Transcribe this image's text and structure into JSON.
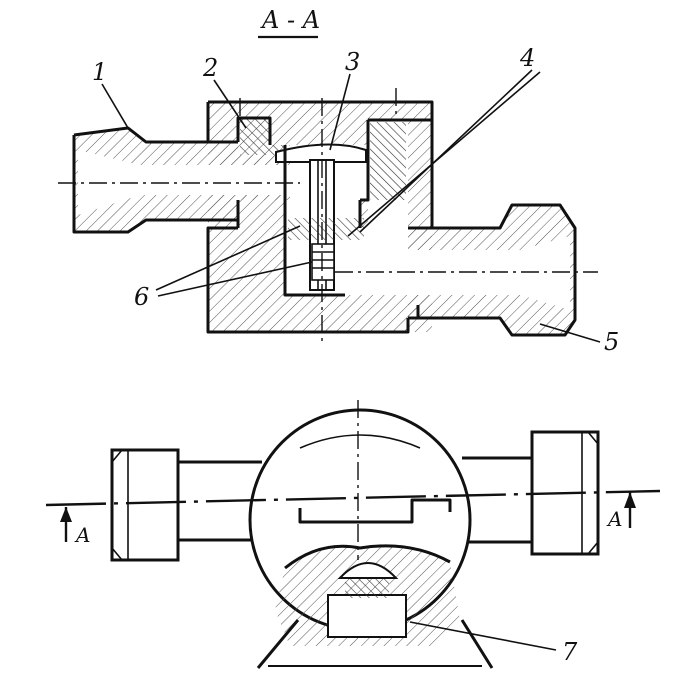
{
  "section_title": "A - A",
  "callouts": {
    "c1": "1",
    "c2": "2",
    "c3": "3",
    "c4": "4",
    "c5": "5",
    "c6": "6",
    "c7": "7"
  },
  "section_marks": {
    "left": "A",
    "right": "A"
  },
  "colors": {
    "ink": "#111111",
    "paper": "#ffffff"
  }
}
